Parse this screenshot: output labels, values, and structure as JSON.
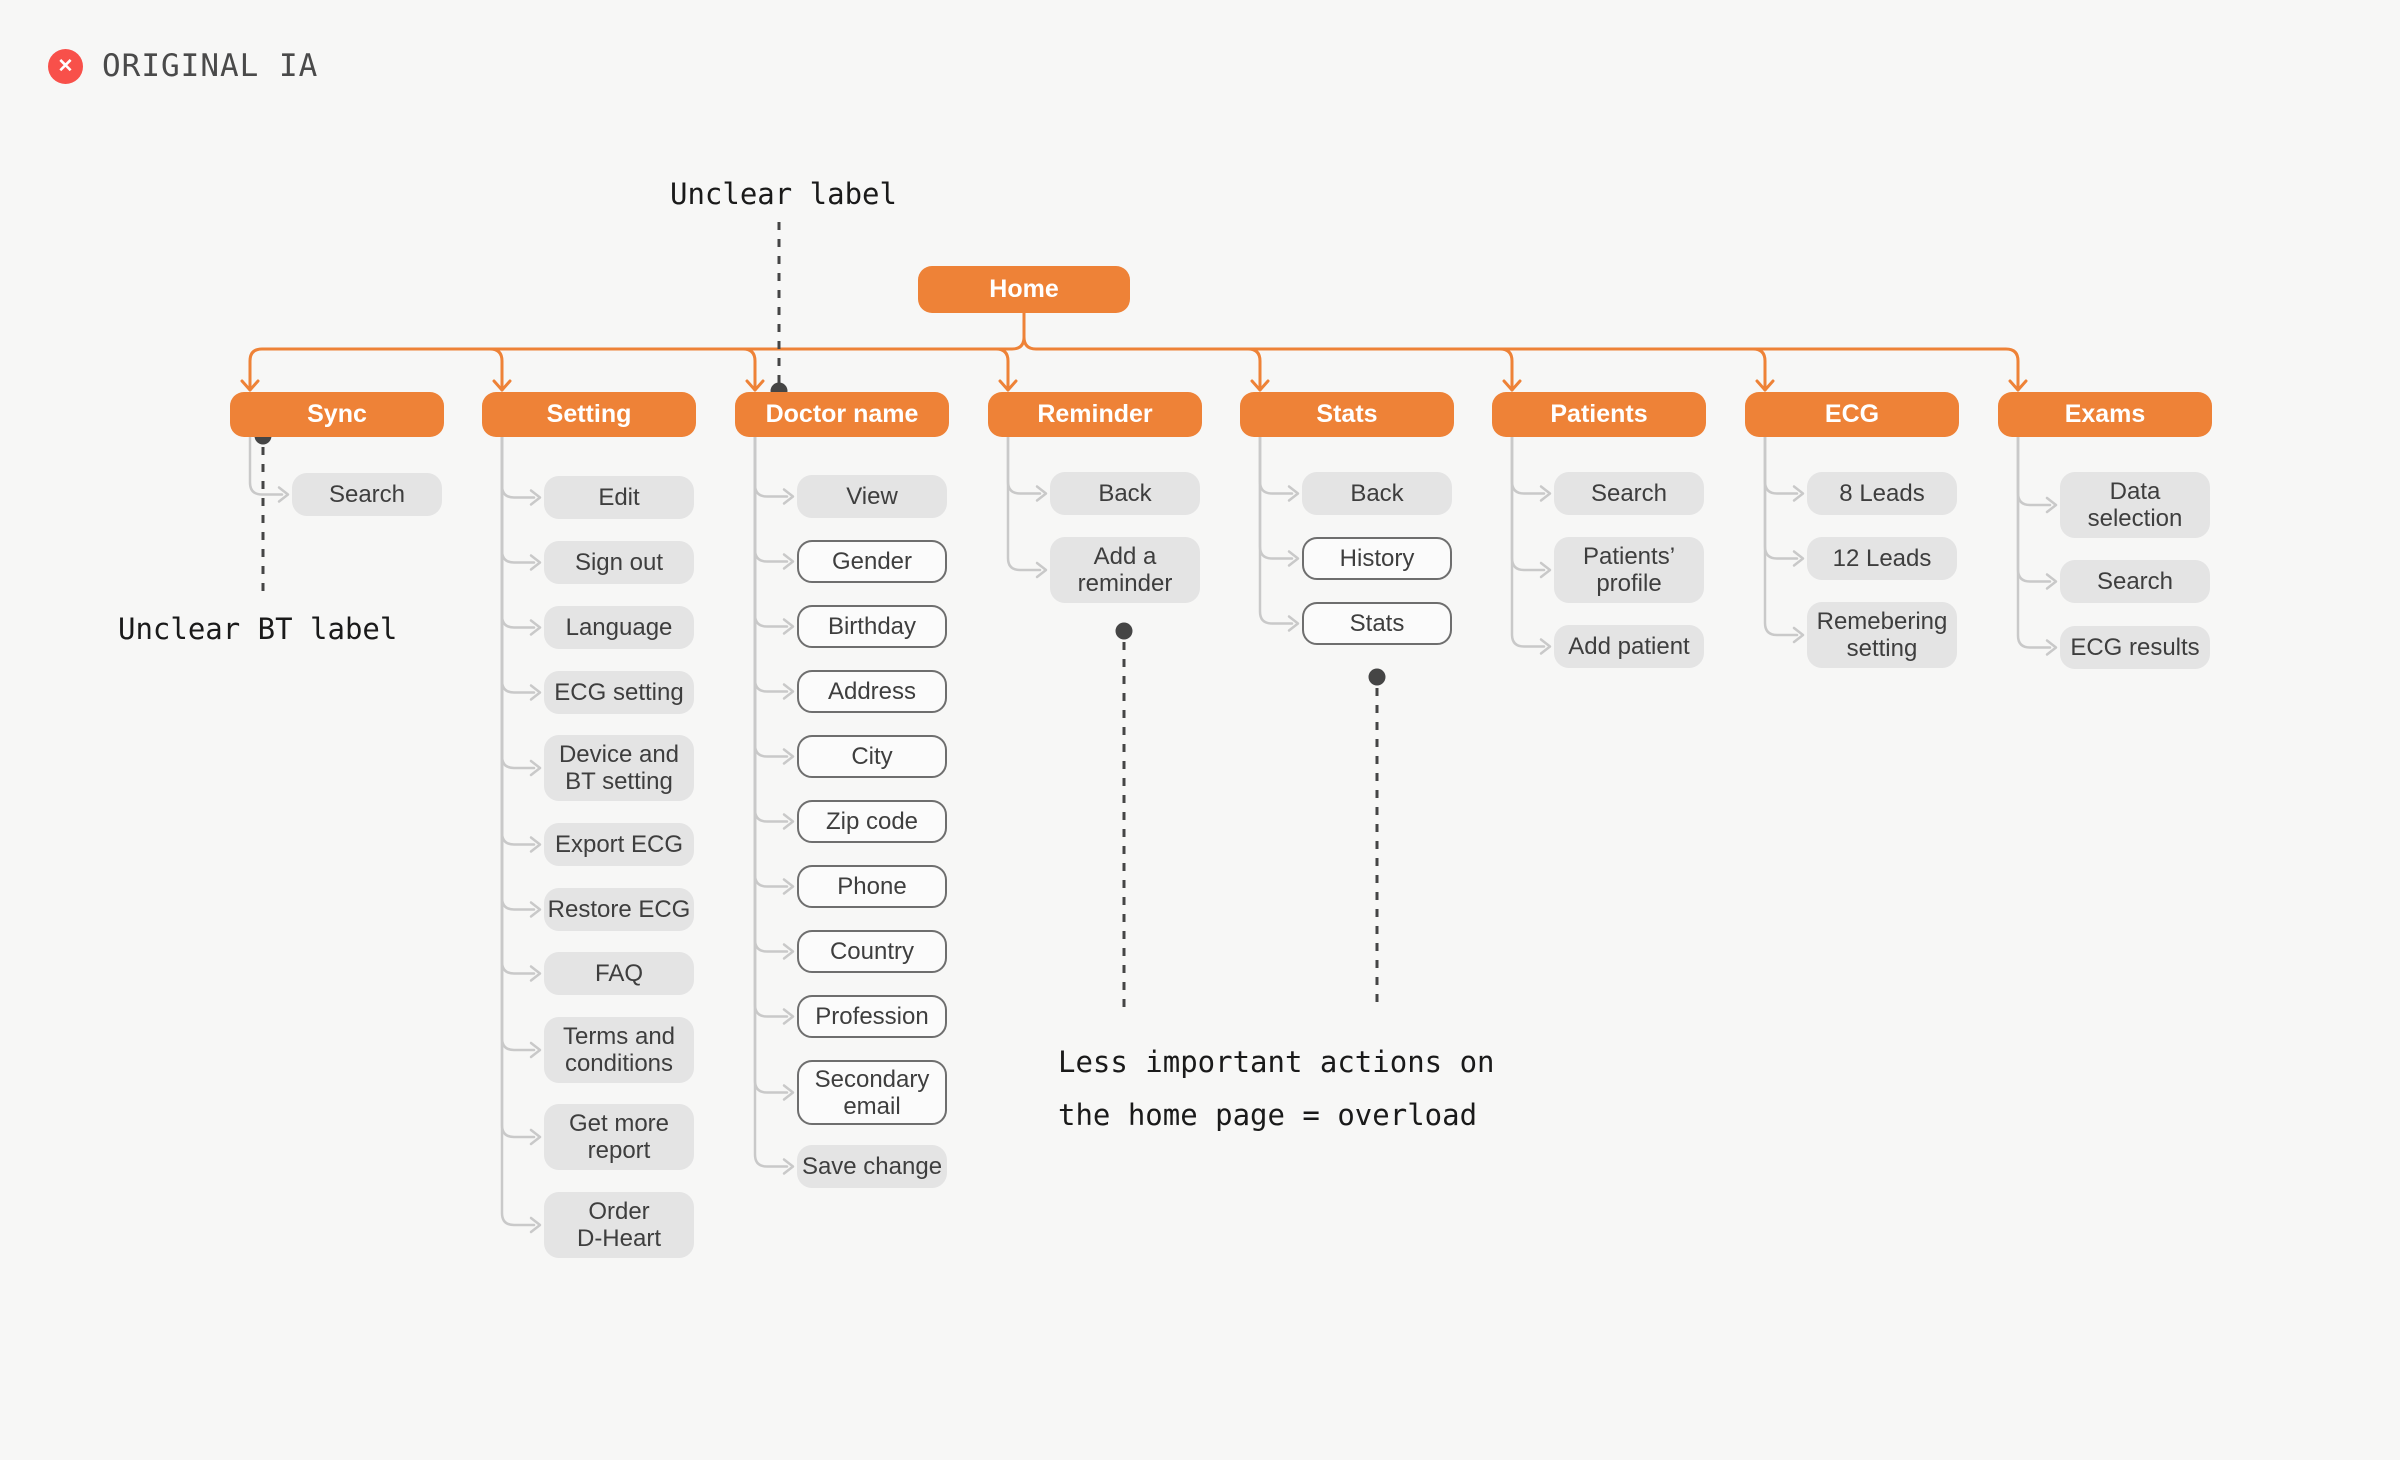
{
  "header": {
    "title": "ORIGINAL IA",
    "icons": {
      "x_circle": "✕"
    }
  },
  "annotations": {
    "unclear_label": "Unclear label",
    "unclear_bt_label": "Unclear BT label",
    "overload_note": "Less important actions on\nthe home page = overload"
  },
  "tree": {
    "root": {
      "label": "Home"
    },
    "columns": [
      {
        "label": "Sync",
        "children": [
          {
            "label": "Search",
            "variant": "filled"
          }
        ]
      },
      {
        "label": "Setting",
        "children": [
          {
            "label": "Edit",
            "variant": "filled"
          },
          {
            "label": "Sign out",
            "variant": "filled"
          },
          {
            "label": "Language",
            "variant": "filled"
          },
          {
            "label": "ECG setting",
            "variant": "filled"
          },
          {
            "label": "Device and\nBT setting",
            "variant": "filled"
          },
          {
            "label": "Export ECG",
            "variant": "filled"
          },
          {
            "label": "Restore ECG",
            "variant": "filled"
          },
          {
            "label": "FAQ",
            "variant": "filled"
          },
          {
            "label": "Terms and\nconditions",
            "variant": "filled"
          },
          {
            "label": "Get more\nreport",
            "variant": "filled"
          },
          {
            "label": "Order\nD-Heart",
            "variant": "filled"
          }
        ]
      },
      {
        "label": "Doctor name",
        "children": [
          {
            "label": "View",
            "variant": "filled"
          },
          {
            "label": "Gender",
            "variant": "outlined"
          },
          {
            "label": "Birthday",
            "variant": "outlined"
          },
          {
            "label": "Address",
            "variant": "outlined"
          },
          {
            "label": "City",
            "variant": "outlined"
          },
          {
            "label": "Zip code",
            "variant": "outlined"
          },
          {
            "label": "Phone",
            "variant": "outlined"
          },
          {
            "label": "Country",
            "variant": "outlined"
          },
          {
            "label": "Profession",
            "variant": "outlined"
          },
          {
            "label": "Secondary\nemail",
            "variant": "outlined"
          },
          {
            "label": "Save change",
            "variant": "filled"
          }
        ]
      },
      {
        "label": "Reminder",
        "children": [
          {
            "label": "Back",
            "variant": "filled"
          },
          {
            "label": "Add a\nreminder",
            "variant": "filled"
          }
        ]
      },
      {
        "label": "Stats",
        "children": [
          {
            "label": "Back",
            "variant": "filled"
          },
          {
            "label": "History",
            "variant": "outlined"
          },
          {
            "label": "Stats",
            "variant": "outlined"
          }
        ]
      },
      {
        "label": "Patients",
        "children": [
          {
            "label": "Search",
            "variant": "filled"
          },
          {
            "label": "Patients’\nprofile",
            "variant": "filled"
          },
          {
            "label": "Add patient",
            "variant": "filled"
          }
        ]
      },
      {
        "label": "ECG",
        "children": [
          {
            "label": "8 Leads",
            "variant": "filled"
          },
          {
            "label": "12 Leads",
            "variant": "filled"
          },
          {
            "label": "Remebering\nsetting",
            "variant": "filled"
          }
        ]
      },
      {
        "label": "Exams",
        "children": [
          {
            "label": "Data\nselection",
            "variant": "filled"
          },
          {
            "label": "Search",
            "variant": "filled"
          },
          {
            "label": "ECG results",
            "variant": "filled"
          }
        ]
      }
    ]
  },
  "colors": {
    "accent_orange": "#ee8237",
    "node_gray": "#e4e4e4",
    "connector_gray": "#c9c9c9",
    "annotation_dark": "#454545",
    "badge_red": "#f8504a"
  }
}
